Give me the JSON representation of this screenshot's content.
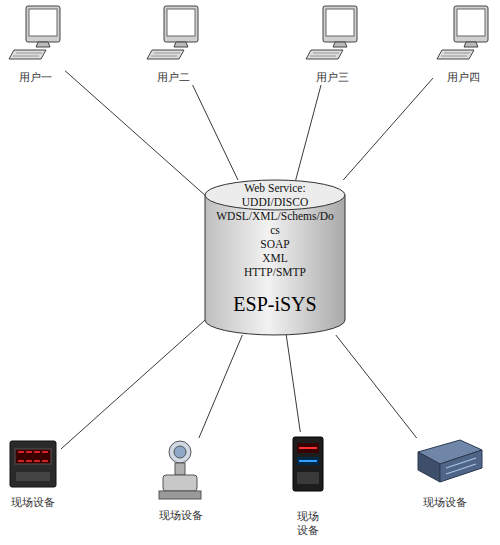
{
  "diagram": {
    "nodes": [
      {
        "text": [
          "用户一"
        ]
      },
      {
        "text": [
          "用户二"
        ]
      },
      {
        "text": [
          "用户三"
        ]
      },
      {
        "text": [
          "用户四"
        ]
      },
      {
        "text": [
          "Web Service:",
          "UDDI/DISCO",
          "WDSL/XML/Schems/Do cs",
          "SOAP",
          "XML",
          "HTTP/SMTP",
          "ESP-iSYS"
        ]
      },
      {
        "text": [
          "现场设备"
        ]
      },
      {
        "text": [
          "现场设备"
        ]
      },
      {
        "text": [
          "现场 设备"
        ]
      },
      {
        "text": [
          "现场设备"
        ]
      }
    ],
    "edges": [
      {
        "from": 0,
        "to": 4,
        "arrow": "none"
      },
      {
        "from": 1,
        "to": 4,
        "arrow": "none"
      },
      {
        "from": 2,
        "to": 4,
        "arrow": "none"
      },
      {
        "from": 3,
        "to": 4,
        "arrow": "none"
      },
      {
        "from": 4,
        "to": 5,
        "arrow": "none"
      },
      {
        "from": 4,
        "to": 6,
        "arrow": "none"
      },
      {
        "from": 4,
        "to": 7,
        "arrow": "none"
      },
      {
        "from": 4,
        "to": 8,
        "arrow": "none"
      }
    ]
  }
}
